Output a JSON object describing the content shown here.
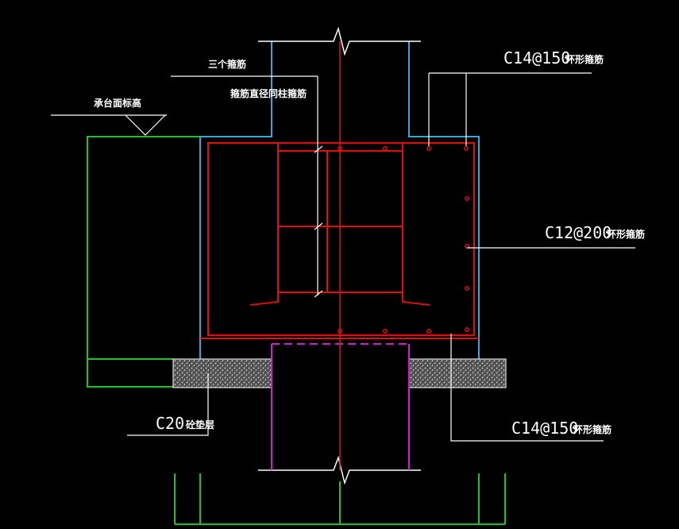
{
  "drawing": {
    "labels": {
      "platform_top": "承台面标高",
      "three_stirrups": "三个箍筋",
      "stirrup_same_dia": "箍筋直径同柱箍筋",
      "ring_top_code": "C14@150",
      "ring_top_text": "环形箍筋",
      "ring_side_code": "C12@200",
      "ring_side_text": "环形箍筋",
      "ring_bottom_code": "C14@150",
      "ring_bottom_text": "环形箍筋",
      "cushion_code": "C20",
      "cushion_text": "砼垫层"
    },
    "colors": {
      "background": "#000000",
      "rebar": "#e01010",
      "outline": "#3aa7d8",
      "green": "#22c02a",
      "magenta": "#d020d0",
      "leader": "#ffffff",
      "hatch_fill": "#6a6a6a"
    }
  }
}
